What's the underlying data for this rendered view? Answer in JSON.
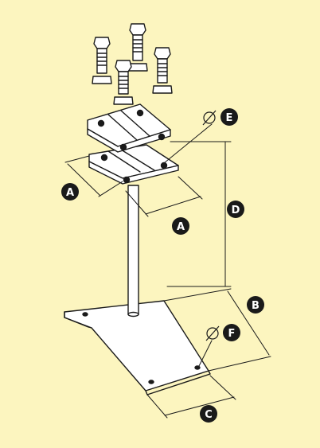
{
  "colors": {
    "background": "#fcf5bf",
    "line": "#1a1a1a",
    "part_fill": "#ffffff",
    "callout_fill": "#1a1a1a",
    "callout_text": "#ffffff"
  },
  "diagram": {
    "callouts": {
      "a_left": "A",
      "a_bottom": "A",
      "b": "B",
      "c": "C",
      "d": "D",
      "e": "E",
      "f": "F"
    },
    "diameter_symbol": "⌀"
  }
}
